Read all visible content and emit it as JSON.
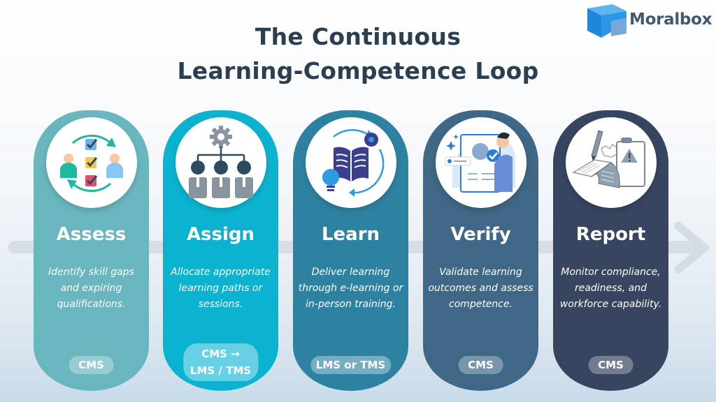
{
  "title": {
    "line1": "The Continuous",
    "line2": "Learning-Competence Loop"
  },
  "logo": {
    "text": "Moralbox",
    "icon": "cube-logo-icon",
    "color": "#2b8fe0"
  },
  "stages": [
    {
      "title": "Assess",
      "description": "Identify skill gaps and expiring qualifications.",
      "system": "CMS",
      "icon": "assessment-checklist-icon",
      "color": "#6ab6bf"
    },
    {
      "title": "Assign",
      "description": "Allocate appropriate learning paths or sessions.",
      "system": "CMS → LMS / TMS",
      "system_line1": "CMS →",
      "system_line2": "LMS / TMS",
      "icon": "org-hierarchy-gear-icon",
      "color": "#0bb3d0"
    },
    {
      "title": "Learn",
      "description": "Deliver learning through e-learning or in-person training.",
      "system": "LMS or TMS",
      "icon": "book-lightbulb-icon",
      "color": "#2e82a1"
    },
    {
      "title": "Verify",
      "description": "Validate learning outcomes and assess competence.",
      "system": "CMS",
      "icon": "verified-profile-icon",
      "color": "#3f6886"
    },
    {
      "title": "Report",
      "description": "Monitor compliance, readiness, and workforce capability.",
      "system": "CMS",
      "icon": "report-warning-icon",
      "color": "#374560"
    }
  ],
  "flow_arrow": {
    "icon": "arrow-right-icon",
    "color": "#d6dde5"
  }
}
